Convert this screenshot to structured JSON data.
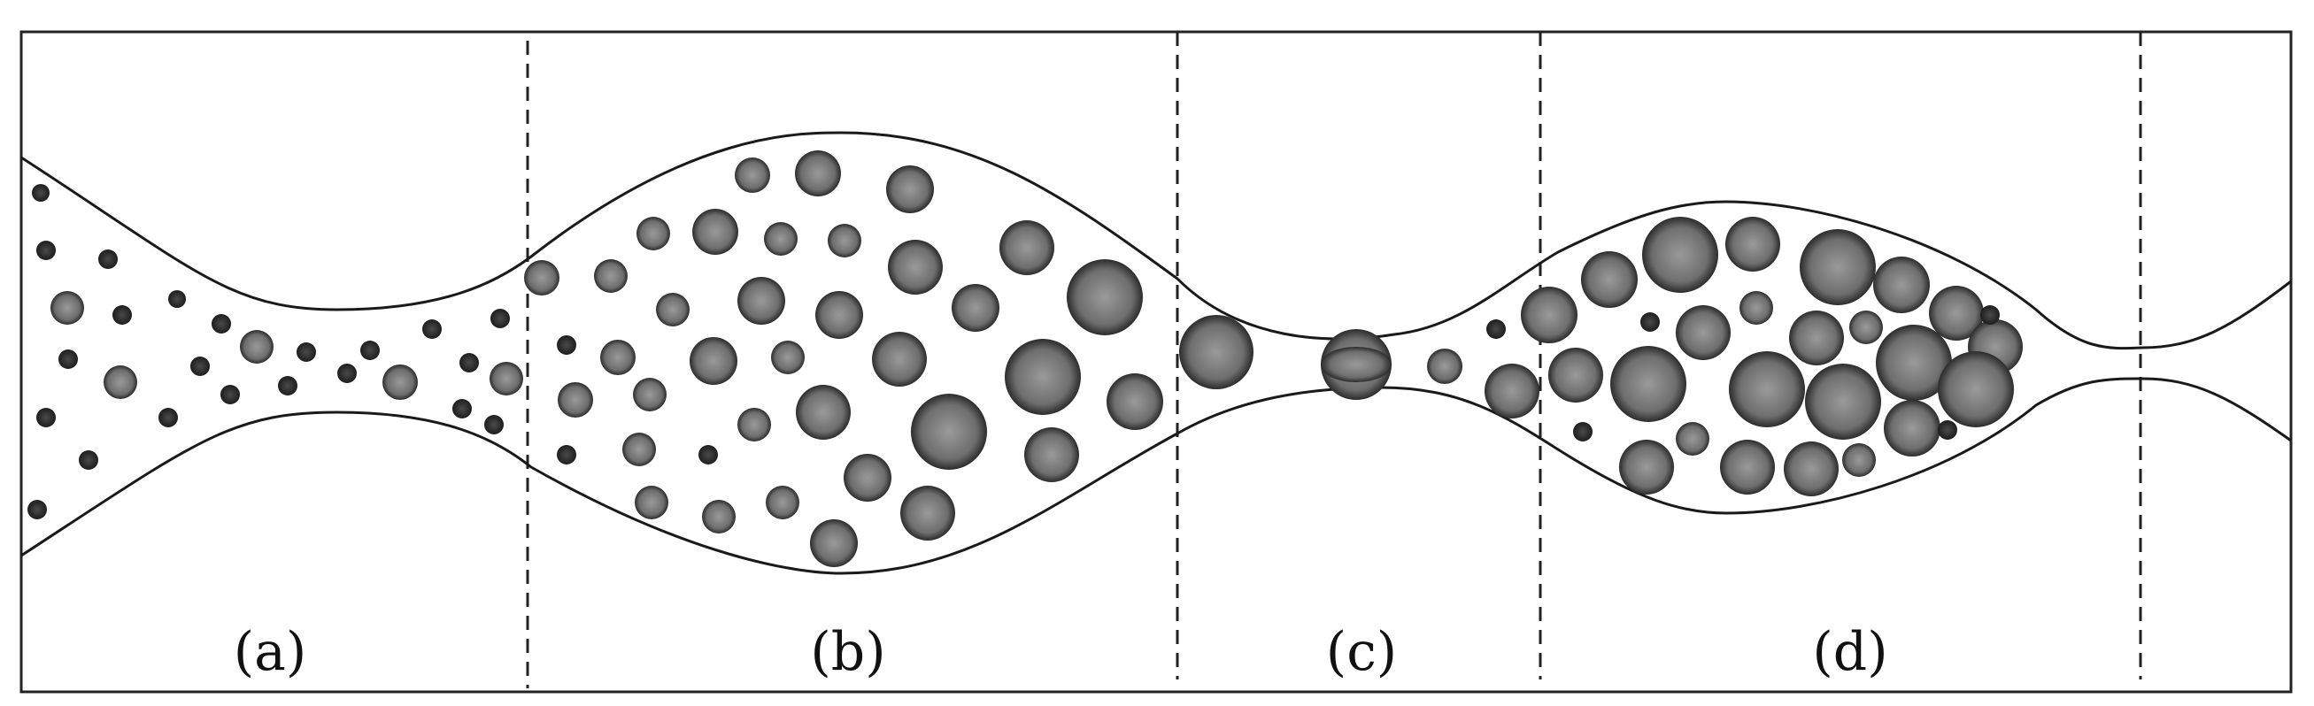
{
  "panels": [
    {
      "label": "(a)"
    },
    {
      "label": "(b)"
    },
    {
      "label": "(c)"
    },
    {
      "label": "(d)"
    }
  ],
  "colors": {
    "frame": "#222222",
    "wall": "#1a1a1a",
    "divider": "#222222",
    "particle_light": "#9a9a9a",
    "particle_mid": "#6e6e6e",
    "particle_dark": "#2c2c2c",
    "small_particle": "#1e1e1e"
  }
}
